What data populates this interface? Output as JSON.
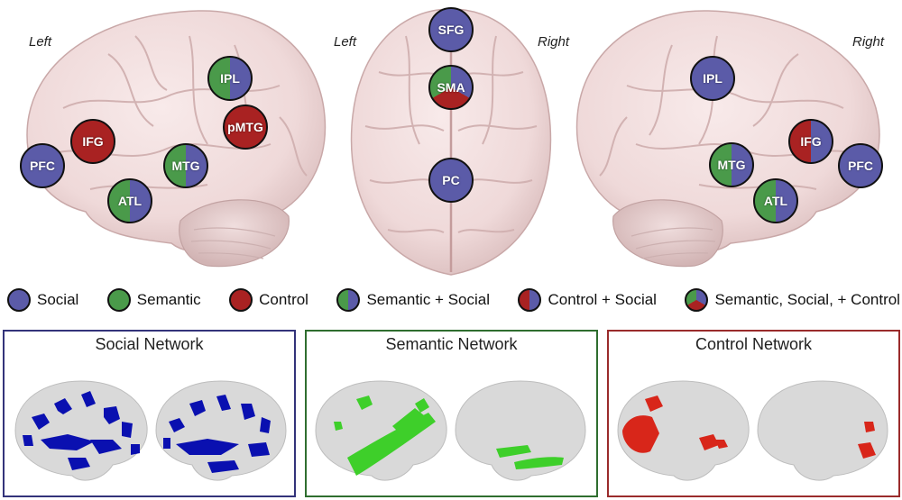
{
  "views": {
    "left": {
      "label": "Left"
    },
    "top_left": {
      "label": "Left"
    },
    "top_right": {
      "label": "Right"
    },
    "right": {
      "label": "Right"
    }
  },
  "regions": [
    {
      "id": "pfc-left",
      "label": "PFC",
      "type": "social"
    },
    {
      "id": "ifg-left",
      "label": "IFG",
      "type": "control"
    },
    {
      "id": "atl-left",
      "label": "ATL",
      "type": "semantic_social"
    },
    {
      "id": "mtg-left",
      "label": "MTG",
      "type": "semantic_social"
    },
    {
      "id": "ipl-left",
      "label": "IPL",
      "type": "semantic_social"
    },
    {
      "id": "pmtg-left",
      "label": "pMTG",
      "type": "control"
    },
    {
      "id": "sfg",
      "label": "SFG",
      "type": "social"
    },
    {
      "id": "sma",
      "label": "SMA",
      "type": "semantic_social_control"
    },
    {
      "id": "pc",
      "label": "PC",
      "type": "social"
    },
    {
      "id": "ipl-right",
      "label": "IPL",
      "type": "social"
    },
    {
      "id": "ifg-right",
      "label": "IFG",
      "type": "control_social"
    },
    {
      "id": "pfc-right",
      "label": "PFC",
      "type": "social"
    },
    {
      "id": "mtg-right",
      "label": "MTG",
      "type": "semantic_social"
    },
    {
      "id": "atl-right",
      "label": "ATL",
      "type": "semantic_social"
    }
  ],
  "legend": {
    "social": "Social",
    "semantic": "Semantic",
    "control": "Control",
    "semantic_social": "Semantic + Social",
    "control_social": "Control + Social",
    "semantic_social_control": "Semantic, Social, + Control"
  },
  "networks": {
    "social": {
      "title": "Social Network",
      "color": "#0a10b0",
      "border": "#33337a"
    },
    "semantic": {
      "title": "Semantic Network",
      "color": "#3ecf2a",
      "border": "#2f6e2f"
    },
    "control": {
      "title": "Control Network",
      "color": "#d8261a",
      "border": "#9a2b2b"
    }
  },
  "colors": {
    "social": "#5b5ba8",
    "semantic": "#4a9a4a",
    "control": "#a92222",
    "brain_surface": "#f2dede",
    "cortex_surface": "#d9d9d9"
  }
}
